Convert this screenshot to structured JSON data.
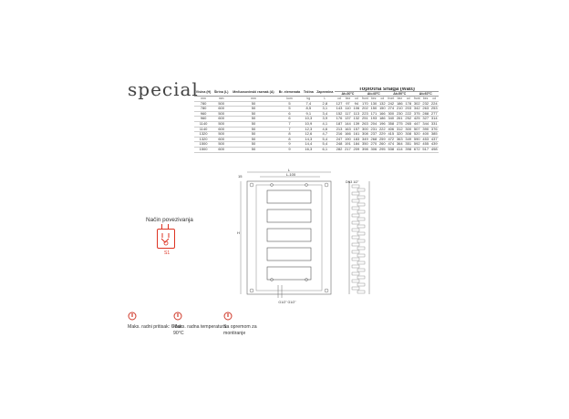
{
  "brand": "special",
  "table": {
    "headers": {
      "height": "Visina (H)",
      "width": "Širina (L)",
      "center": "Međuosovinski razmak (A)",
      "elements": "Br. elemenata",
      "weight": "Težina",
      "volume": "Zapremina",
      "heat_output": "Toplotna snaga (watt)"
    },
    "delta_groups": [
      "Δt=30°C",
      "Δt=40°C",
      "Δt=50°C",
      "Δt=60°C"
    ],
    "units": [
      "mm",
      "mm",
      "mm",
      "kom",
      "kg",
      "L",
      "cd",
      "bez",
      "cd",
      "front",
      "bez",
      "cd",
      "front",
      "bez",
      "cd",
      "front",
      "bez",
      "cd",
      "front",
      "bez"
    ],
    "rows": [
      [
        "780",
        "500",
        "50",
        "5",
        "7,4",
        "2,8",
        "127",
        "97",
        "94",
        "170",
        "130",
        "132",
        "242",
        "186",
        "178",
        "302",
        "232",
        "224"
      ],
      [
        "780",
        "600",
        "50",
        "5",
        "8,5",
        "3,1",
        "143",
        "110",
        "106",
        "202",
        "150",
        "150",
        "274",
        "210",
        "203",
        "342",
        "263",
        "253"
      ],
      [
        "960",
        "500",
        "50",
        "6",
        "9,1",
        "3,4",
        "152",
        "117",
        "113",
        "223",
        "171",
        "166",
        "300",
        "230",
        "222",
        "375",
        "288",
        "277"
      ],
      [
        "960",
        "600",
        "50",
        "6",
        "10,3",
        "3,9",
        "176",
        "137",
        "132",
        "251",
        "193",
        "186",
        "340",
        "261",
        "252",
        "425",
        "327",
        "314"
      ],
      [
        "1140",
        "500",
        "50",
        "7",
        "10,9",
        "4,1",
        "187",
        "144",
        "139",
        "263",
        "204",
        "196",
        "358",
        "275",
        "265",
        "447",
        "344",
        "331"
      ],
      [
        "1140",
        "600",
        "50",
        "7",
        "12,3",
        "4,6",
        "213",
        "163",
        "157",
        "300",
        "231",
        "222",
        "406",
        "312",
        "300",
        "507",
        "390",
        "376"
      ],
      [
        "1320",
        "500",
        "50",
        "8",
        "12,6",
        "4,7",
        "216",
        "166",
        "161",
        "308",
        "237",
        "229",
        "415",
        "320",
        "308",
        "520",
        "400",
        "385"
      ],
      [
        "1320",
        "600",
        "50",
        "8",
        "14,3",
        "5,4",
        "247",
        "190",
        "183",
        "349",
        "268",
        "259",
        "472",
        "363",
        "349",
        "590",
        "453",
        "437"
      ],
      [
        "1500",
        "500",
        "50",
        "9",
        "14,4",
        "5,4",
        "248",
        "191",
        "184",
        "350",
        "270",
        "260",
        "474",
        "364",
        "351",
        "592",
        "455",
        "439"
      ],
      [
        "1500",
        "600",
        "50",
        "9",
        "16,3",
        "6,1",
        "282",
        "217",
        "209",
        "398",
        "306",
        "295",
        "538",
        "414",
        "398",
        "672",
        "517",
        "498"
      ]
    ]
  },
  "connection": {
    "title": "Način povezivanja",
    "code": "S1"
  },
  "drawing": {
    "dim_L": "L",
    "dim_L100": "L-100",
    "dim_H": "H",
    "dim_15": "15",
    "dim_a": "50",
    "pipe_label": "G1/2\" G1/2\"",
    "side_label": "DN3 1/2\""
  },
  "features": [
    {
      "icon": "pressure-icon",
      "text": "Maks. radni pritisak: 6 bar"
    },
    {
      "icon": "temperature-icon",
      "text": "Maks. radna temperatura: 90°C"
    },
    {
      "icon": "mounting-icon",
      "text": "Sa opremom za montiranje"
    }
  ],
  "colors": {
    "accent": "#d03a2b",
    "line": "#555555"
  }
}
